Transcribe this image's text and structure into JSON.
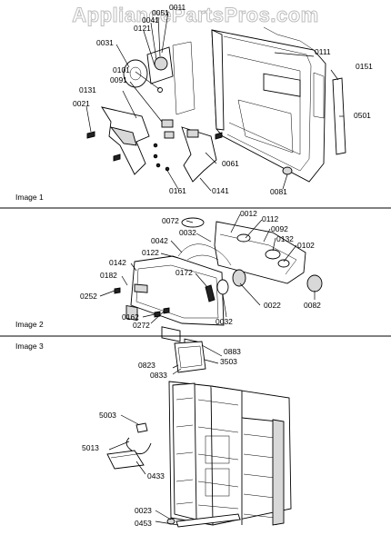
{
  "watermark": "AppliancePartsPros.com",
  "panels": [
    {
      "title": "Image 1"
    },
    {
      "title": "Image 2"
    },
    {
      "title": "Image 3"
    }
  ],
  "callouts": {
    "p1": [
      "0011",
      "0051",
      "0041",
      "0121",
      "0031",
      "0101",
      "0091",
      "0131",
      "0021",
      "0111",
      "0151",
      "0501",
      "0061",
      "0161",
      "0141",
      "0081"
    ],
    "p2": [
      "0072",
      "0012",
      "0112",
      "0092",
      "0132",
      "0102",
      "0032",
      "0042",
      "0122",
      "0142",
      "0182",
      "0172",
      "0252",
      "0022",
      "0082",
      "0162",
      "0272",
      "0032"
    ],
    "p3": [
      "0883",
      "0823",
      "3503",
      "0833",
      "5003",
      "5013",
      "0433",
      "0023",
      "0453"
    ]
  }
}
